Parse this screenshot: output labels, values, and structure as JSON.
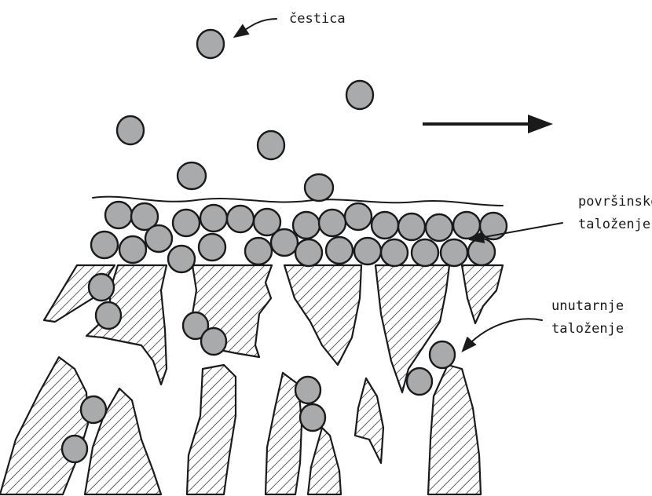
{
  "labels": {
    "particle": "čestica",
    "surface_line1": "površinsko",
    "surface_line2": "taloženje",
    "internal_line1": "unutarnje",
    "internal_line2": "taloženje"
  },
  "colors": {
    "particle_fill": "#a9aaab",
    "outline": "#1a1a1a",
    "background": "#ffffff"
  },
  "icons": {
    "flow_arrow": "flow-direction-arrow",
    "pointer": "callout-arrow"
  }
}
